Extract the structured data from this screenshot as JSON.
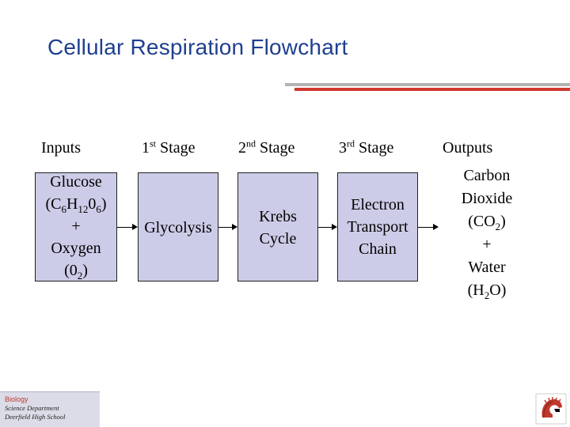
{
  "title": "Cellular Respiration Flowchart",
  "headers": {
    "inputs": "Inputs",
    "stage1_num": "1",
    "stage1_sup": "st",
    "stage1_word": " Stage",
    "stage2_num": "2",
    "stage2_sup": "nd",
    "stage2_word": " Stage",
    "stage3_num": "3",
    "stage3_sup": "rd",
    "stage3_word": " Stage",
    "outputs": "Outputs"
  },
  "inputs_box": {
    "line1": "Glucose",
    "formula_open": "(C",
    "c_sub": "6",
    "h": "H",
    "h_sub": "12",
    "o": "0",
    "o_sub": "6",
    "formula_close": ")",
    "plus": "+",
    "oxygen": "Oxygen",
    "o2_open": "(0",
    "o2_sub": "2",
    "o2_close": ")"
  },
  "stage1_box": {
    "text": "Glycolysis"
  },
  "stage2_box": {
    "line1": "Krebs",
    "line2": "Cycle"
  },
  "stage3_box": {
    "line1": "Electron",
    "line2": "Transport",
    "line3": "Chain"
  },
  "outputs_text": {
    "line1": "Carbon",
    "line2": "Dioxide",
    "co2_open": "(CO",
    "co2_sub": "2",
    "co2_close": ")",
    "plus": "+",
    "water": "Water",
    "h2o_open": "(H",
    "h2o_sub": "2",
    "h2o_close": "O)"
  },
  "footer": {
    "subject": "Biology",
    "dept": "Science Department",
    "school": "Deerfield High School"
  },
  "colors": {
    "title": "#1f3f8f",
    "box_fill": "#cccce8",
    "accent_red": "#d03a2e",
    "rule_gray": "#b3b3b3"
  },
  "icons": {
    "logo": "spartan-helmet-logo"
  }
}
